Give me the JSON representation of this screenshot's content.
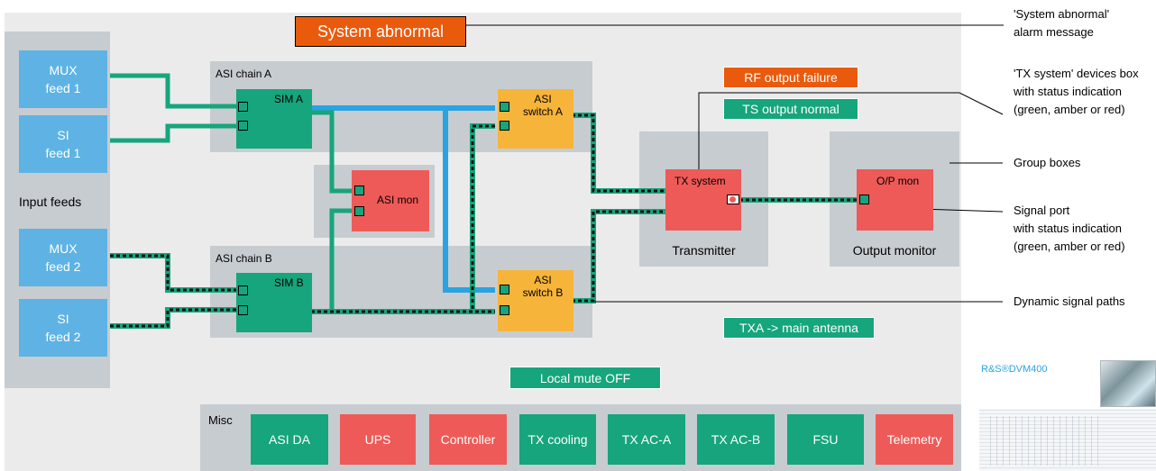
{
  "alarm": {
    "text": "System abnormal"
  },
  "status_msgs": {
    "rf_output": "RF output failure",
    "ts_output": "TS output normal",
    "txa": "TXA -> main antenna",
    "local_mute": "Local mute OFF"
  },
  "feeds": {
    "mux1": [
      "MUX",
      "feed 1"
    ],
    "si1": [
      "SI",
      "feed 1"
    ],
    "mux2": [
      "MUX",
      "feed 2"
    ],
    "si2": [
      "SI",
      "feed 2"
    ],
    "label": "Input feeds"
  },
  "groups": {
    "chain_a": "ASI chain A",
    "chain_b": "ASI chain B",
    "transmitter": "Transmitter",
    "output_monitor": "Output monitor"
  },
  "devices": {
    "sim_a": "SIM A",
    "sim_b": "SIM B",
    "asi_mon": "ASI mon",
    "switch_a": [
      "ASI",
      "switch A"
    ],
    "switch_b": [
      "ASI",
      "switch B"
    ],
    "tx_system": "TX system",
    "op_mon": "O/P mon"
  },
  "misc": {
    "label": "Misc",
    "items": [
      {
        "label": "ASI DA",
        "status": "green"
      },
      {
        "label": "UPS",
        "status": "red"
      },
      {
        "label": "Controller",
        "status": "red"
      },
      {
        "label": "TX cooling",
        "status": "green"
      },
      {
        "label": "TX AC-A",
        "status": "green"
      },
      {
        "label": "TX AC-B",
        "status": "green"
      },
      {
        "label": "FSU",
        "status": "green"
      },
      {
        "label": "Telemetry",
        "status": "red"
      }
    ]
  },
  "annotations": {
    "alarm": [
      "'System abnormal'",
      "alarm message"
    ],
    "devices_box": [
      "'TX system' devices box",
      "with status indication",
      "(green, amber or red)"
    ],
    "group_boxes": "Group boxes",
    "signal_port": [
      "Signal port",
      "with status indication",
      "(green, amber or red)"
    ],
    "dynamic_paths": "Dynamic signal paths"
  },
  "product": {
    "name": "R&S®DVM400"
  },
  "colors": {
    "green": "#16a57c",
    "amber": "#f7b43a",
    "red": "#ee5a57",
    "blue": "#5eb3e4",
    "alarm": "#ea5a0c",
    "path_blue": "#2aa3e2"
  }
}
